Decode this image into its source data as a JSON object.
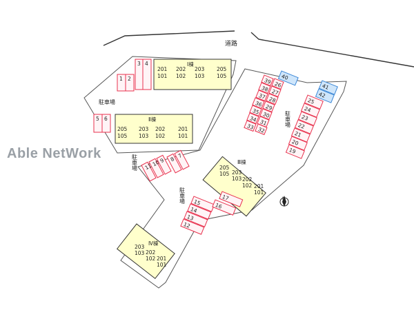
{
  "watermark": "Able NetWork",
  "road_label": "道路",
  "parking_label": "駐車場",
  "north_label": "N",
  "buildings": [
    {
      "id": "I",
      "label": "Ⅰ棟",
      "rooms": [
        "201",
        "101",
        "202",
        "102",
        "203",
        "103",
        "205",
        "105"
      ]
    },
    {
      "id": "II",
      "label": "Ⅱ棟",
      "rooms": [
        "205",
        "105",
        "203",
        "103",
        "202",
        "102",
        "201",
        "101"
      ]
    },
    {
      "id": "III",
      "label": "Ⅲ棟",
      "rooms": [
        "205",
        "105",
        "203",
        "103",
        "202",
        "102",
        "201",
        "101"
      ]
    },
    {
      "id": "IV",
      "label": "Ⅳ棟",
      "rooms": [
        "203",
        "103",
        "202",
        "102",
        "201",
        "101"
      ]
    }
  ],
  "parking_numbers": [
    "1",
    "2",
    "3",
    "4",
    "5",
    "6",
    "7",
    "8",
    "9",
    "10",
    "11",
    "12",
    "13",
    "14",
    "15",
    "16",
    "17",
    "19",
    "20",
    "21",
    "22",
    "23",
    "24",
    "25",
    "26",
    "27",
    "28",
    "29",
    "30",
    "31",
    "32",
    "33",
    "34",
    "35",
    "36",
    "37",
    "38",
    "39",
    "40",
    "41",
    "42"
  ],
  "colors": {
    "building": "#ffffcc",
    "parking": "#e8314d",
    "parking_fill": "#fff4f6",
    "blue_space": "#cfe6fb",
    "blue_border": "#3a86d6"
  }
}
